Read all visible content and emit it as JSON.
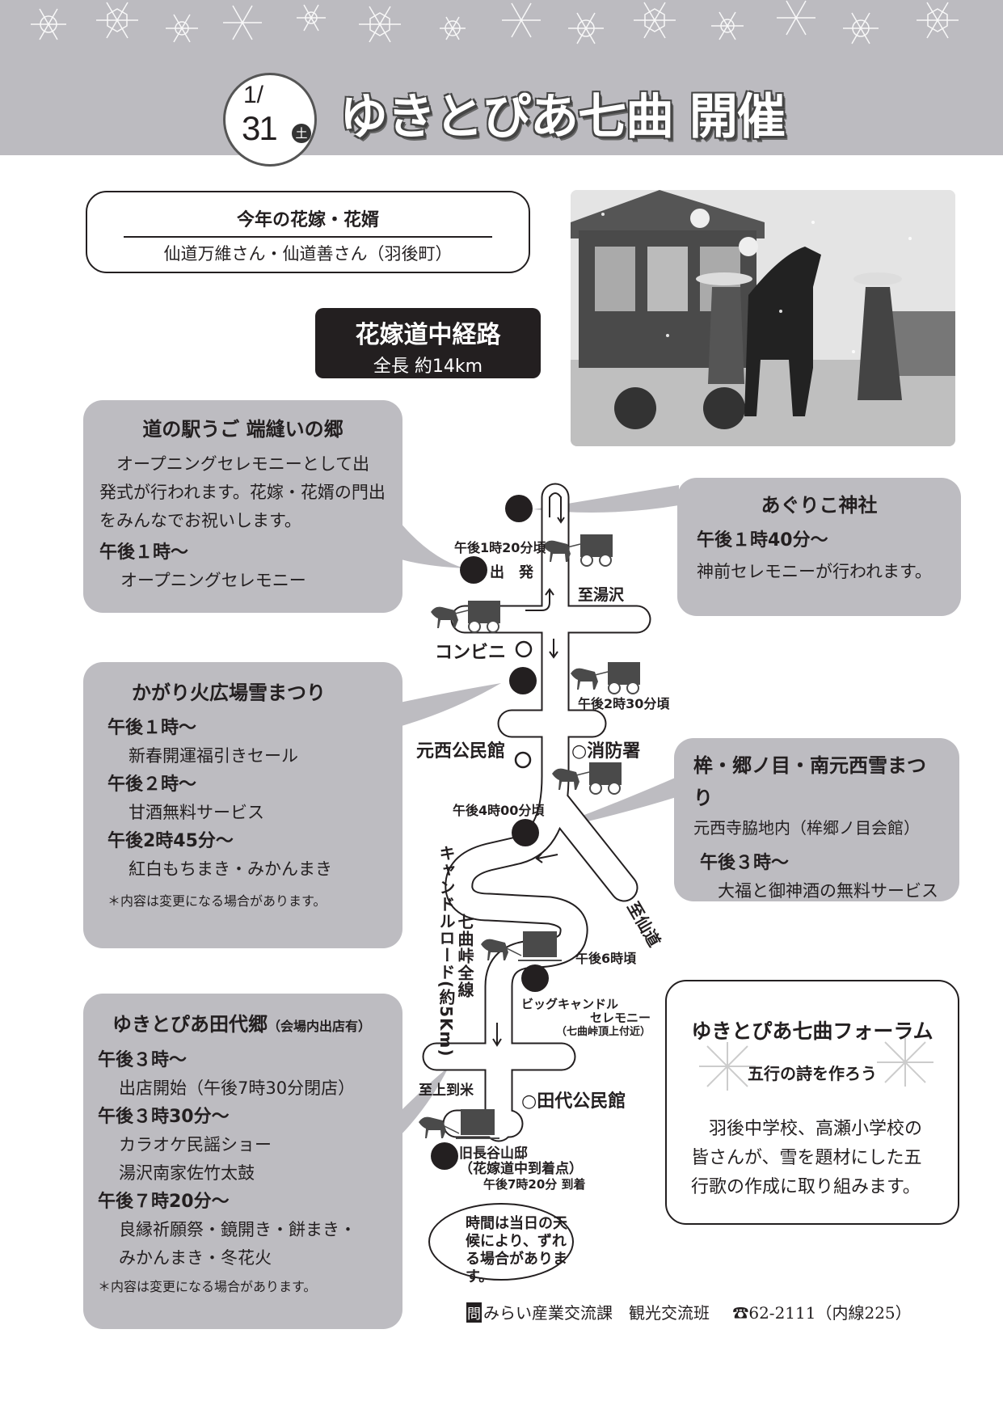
{
  "header": {
    "date_month": "1/",
    "date_day": "31",
    "date_weekday": "土",
    "title": "ゆきとぴあ七曲 開催"
  },
  "bride": {
    "heading": "今年の花嫁・花婿",
    "names": "仙道万維さん・仙道善さん（羽後町）"
  },
  "route": {
    "title": "花嫁道中経路",
    "length": "全長 約14km"
  },
  "box1": {
    "title": "道の駅うご 端縫いの郷",
    "body": "　オープニングセレモニーとして出発式が行われます。花嫁・花婿の門出をみんなでお祝いします。",
    "time": "午後１時～",
    "item": "オープニングセレモニー"
  },
  "box2": {
    "title": "あぐりこ神社",
    "time": "午後１時40分～",
    "item": "神前セレモニーが行われます。"
  },
  "box3": {
    "title": "かがり火広場雪まつり",
    "entries": [
      {
        "time": "午後１時～",
        "item": "新春開運福引きセール"
      },
      {
        "time": "午後２時～",
        "item": "甘酒無料サービス"
      },
      {
        "time": "午後2時45分～",
        "item": "紅白もちまき・みかんまき"
      }
    ],
    "note": "＊内容は変更になる場合があります。"
  },
  "box4": {
    "title": "桙・郷ノ目・南元西雪まつり",
    "place": "元西寺脇地内（桙郷ノ目会館）",
    "time": "午後３時～",
    "item": "大福と御神酒の無料サービス"
  },
  "box5": {
    "title": "ゆきとぴあ田代郷",
    "title_sub": "（会場内出店有）",
    "entries": [
      {
        "time": "午後３時～",
        "items": [
          "出店開始（午後7時30分閉店）"
        ]
      },
      {
        "time": "午後３時30分～",
        "items": [
          "カラオケ民謡ショー",
          "湯沢南家佐竹太鼓"
        ]
      },
      {
        "time": "午後７時20分～",
        "items": [
          "良縁祈願祭・鏡開き・餅まき・",
          "みかんまき・冬花火"
        ]
      }
    ],
    "note": "＊内容は変更になる場合があります。"
  },
  "forum": {
    "title": "ゆきとぴあ七曲フォーラム",
    "subtitle": "五行の詩を作ろう",
    "body": "　羽後中学校、高瀬小学校の皆さんが、雪を題材にした五行歌の作成に取り組みます。"
  },
  "map": {
    "t1320": "午後1時20分頃",
    "depart": "出　発",
    "to_yuzawa": "至湯沢",
    "konbini": "コンビニ",
    "t1430": "午後2時30分頃",
    "motonishi_hall": "元西公民館",
    "fire_station": "消防署",
    "t1600": "午後4時00分頃",
    "candle_road": "キャンドルロード(約5Km)",
    "nanamagari_all": "七曲峠全線",
    "to_sendo": "至仙道",
    "t1800": "午後6時頃",
    "big_candle_1": "ビッグキャンドル",
    "big_candle_2": "セレモニー",
    "big_candle_3": "（七曲峠頂上付近）",
    "to_kamitomai": "至上到米",
    "tashiro_hall": "田代公民館",
    "goal_1": "旧長谷山邸",
    "goal_2": "（花嫁道中到着点）",
    "goal_3": "午後7時20分 到着",
    "note": "時間は当日の天候により、ずれる場合があります。"
  },
  "footer": {
    "inquiry_mark": "問",
    "dept": "みらい産業交流課　観光交流班",
    "phone_icon": "☎",
    "phone": "62-2111（内線225）"
  },
  "colors": {
    "header_gray": "#bcbbc0",
    "box_gray": "#bdbcc1",
    "ink": "#231f20"
  }
}
